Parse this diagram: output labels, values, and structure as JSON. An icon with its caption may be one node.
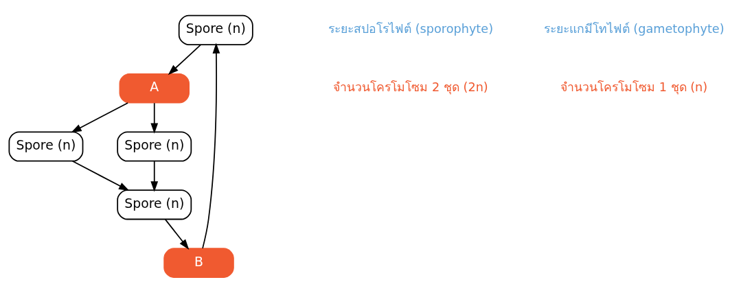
{
  "diagram": {
    "nodes": [
      {
        "text": [
          "Spore (n)"
        ]
      },
      {
        "text": [
          "A"
        ]
      },
      {
        "text": [
          "B"
        ]
      },
      {
        "text": [
          "Spore (n)"
        ]
      },
      {
        "text": [
          "Spore (n)"
        ]
      },
      {
        "text": [
          "Spore (n)"
        ]
      }
    ],
    "edges": [
      {
        "from": 2,
        "to": 0,
        "arrow": "to"
      },
      {
        "from": 0,
        "to": 1,
        "arrow": "to"
      },
      {
        "from": 1,
        "to": 3,
        "arrow": "to"
      },
      {
        "from": 1,
        "to": 5,
        "arrow": "to"
      },
      {
        "from": 3,
        "to": 4,
        "arrow": "to"
      },
      {
        "from": 5,
        "to": 4,
        "arrow": "to"
      },
      {
        "from": 4,
        "to": 2,
        "arrow": "to"
      }
    ],
    "labels": [
      "ระยะสปอโรไฟต์ (sporophyte)",
      "จำนวนโครโมโซม 2 ชุด (2n)",
      "ระยะแกมีโทไฟต์ (gametophyte)",
      "จำนวนโครโมโซม 1 ชุด (n)"
    ]
  }
}
